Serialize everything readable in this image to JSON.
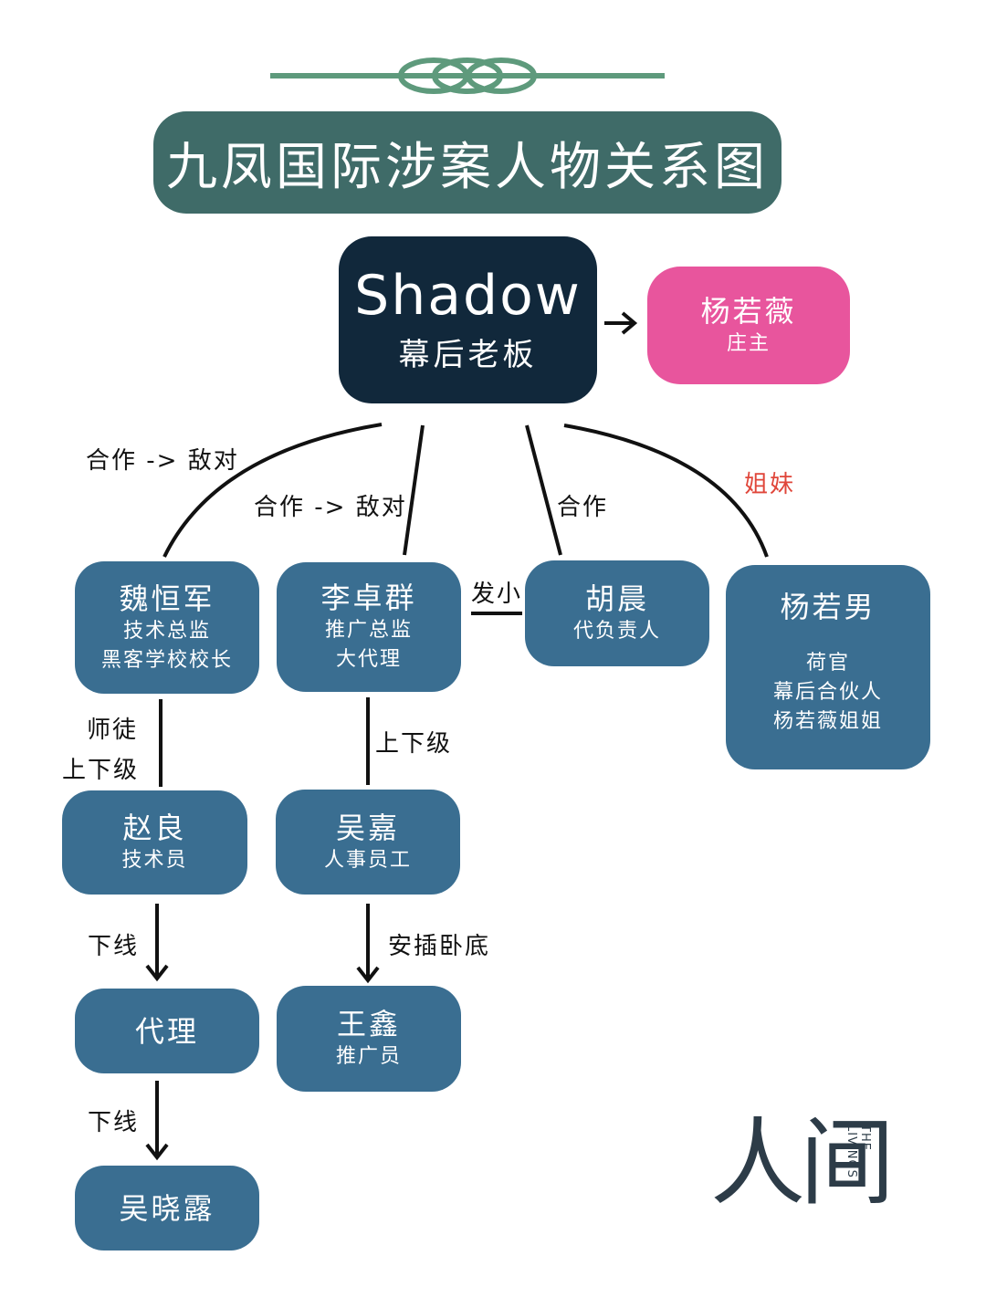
{
  "title": "九凤国际涉案人物关系图",
  "nodes": {
    "shadow": {
      "name": "Shadow",
      "role": "幕后老板"
    },
    "yang_ruowei": {
      "name": "杨若薇",
      "role": "庄主"
    },
    "wei_hengjun": {
      "name": "魏恒军",
      "role1": "技术总监",
      "role2": "黑客学校校长"
    },
    "li_zhuoqun": {
      "name": "李卓群",
      "role1": "推广总监",
      "role2": "大代理"
    },
    "hu_chen": {
      "name": "胡晨",
      "role": "代负责人"
    },
    "yang_ruonan": {
      "name": "杨若男",
      "role1": "荷官",
      "role2": "幕后合伙人",
      "role3": "杨若薇姐姐"
    },
    "zhao_liang": {
      "name": "赵良",
      "role": "技术员"
    },
    "wu_jia": {
      "name": "吴嘉",
      "role": "人事员工"
    },
    "agent": {
      "name": "代理"
    },
    "wang_xin": {
      "name": "王鑫",
      "role": "推广员"
    },
    "wu_xiaolu": {
      "name": "吴晓露"
    }
  },
  "edge_labels": {
    "wei": "合作 -> 敌对",
    "li": "合作 -> 敌对",
    "hu": "合作",
    "sisters": "姐妹",
    "childhood": "发小",
    "mentor": "师徒",
    "superior1": "上下级",
    "superior2": "上下级",
    "downline1": "下线",
    "downline2": "下线",
    "mole": "安插卧底"
  },
  "logo": {
    "main": "人间",
    "side": "THE LIVINGS"
  },
  "colors": {
    "title_bg": "#3f6b68",
    "ornament": "#5e9a7c",
    "boss_bg": "#11283b",
    "pink": "#e8559d",
    "node_blue": "#3a6e91",
    "red_label": "#e0463a"
  }
}
